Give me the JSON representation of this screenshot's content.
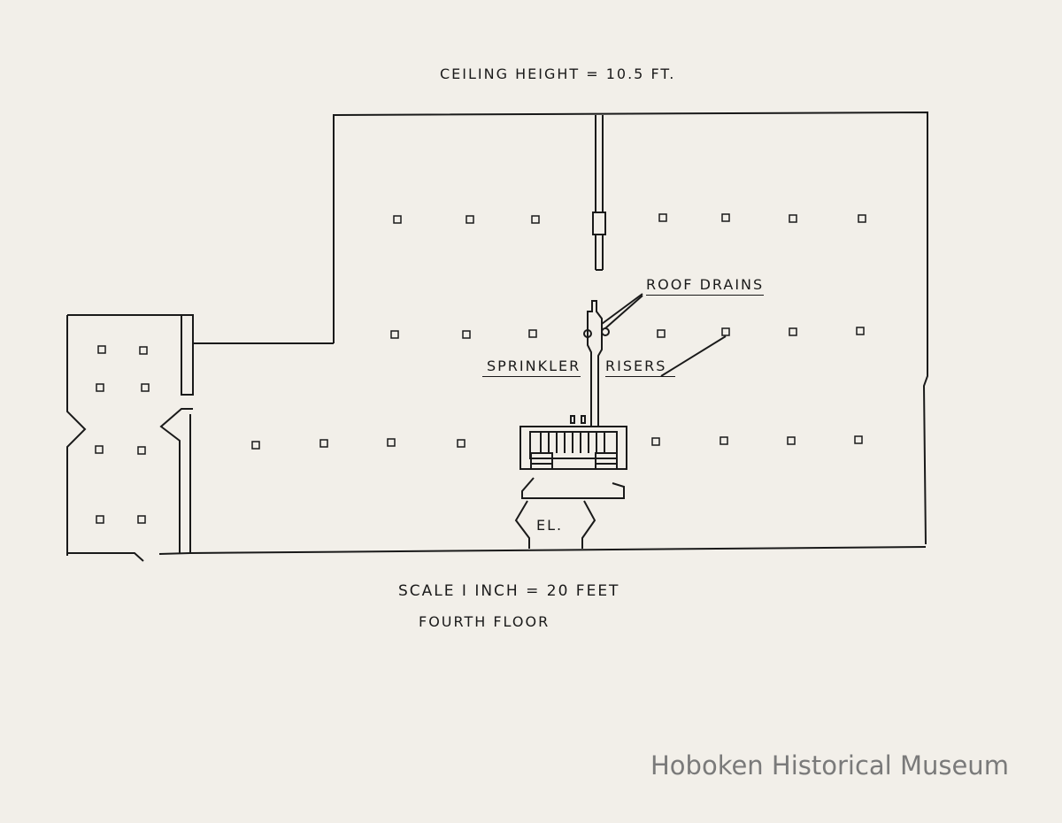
{
  "title": "CEILING HEIGHT = 10.5 FT.",
  "labels": {
    "roof_drains": "ROOF DRAINS",
    "sprinkler": "SPRINKLER",
    "risers": "RISERS",
    "elevator": "EL."
  },
  "scale": "SCALE I INCH = 20 FEET",
  "floor": "FOURTH FLOOR",
  "watermark": "Hoboken Historical Museum"
}
